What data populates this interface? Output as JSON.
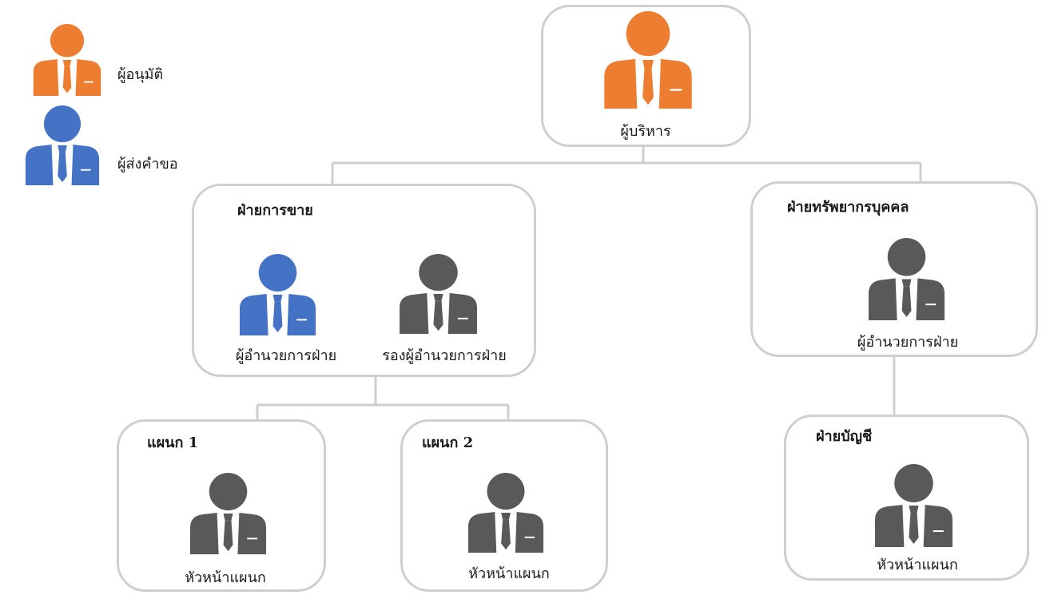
{
  "colors": {
    "approver": "#ED7D31",
    "requester": "#4472C4",
    "staff": "#595959",
    "connector": "#cfcfcf"
  },
  "legend": {
    "approver_label": "ผู้อนุมัติ",
    "requester_label": "ผู้ส่งคำขอ"
  },
  "executive": {
    "label": "ผู้บริหาร",
    "role": "approver"
  },
  "sales_department": {
    "title": "ฝ่ายการขาย",
    "manager_label": "ผู้อำนวยการฝ่าย",
    "manager_role": "requester",
    "deputy_label": "รองผู้อำนวยการฝ่าย",
    "deputy_role": "staff"
  },
  "hr_department": {
    "title": "ฝ่ายทรัพยากรบุคคล",
    "manager_label": "ผู้อำนวยการฝ่าย",
    "manager_role": "staff"
  },
  "section_1": {
    "title": "แผนก 1",
    "head_label": "หัวหน้าแผนก"
  },
  "section_2": {
    "title": "แผนก 2",
    "head_label": "หัวหน้าแผนก"
  },
  "accounting_department": {
    "title": "ฝ่ายบัญชี",
    "head_label": "หัวหน้าแผนก"
  }
}
